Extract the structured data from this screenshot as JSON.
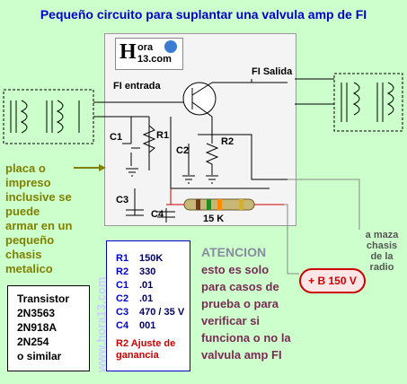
{
  "title": "Pequeño circuito para suplantar una valvula amp de FI",
  "logo": {
    "word1": "ora",
    "word2": "13.com",
    "initial": "H"
  },
  "labels": {
    "fi_entrada": "FI entrada",
    "fi_salida": "FI Salida",
    "c1": "C1",
    "r1": "R1",
    "c2": "C2",
    "r2": "R2",
    "c3": "C3",
    "c4": "C4",
    "resistor_value": "15 K"
  },
  "side_note": [
    "placa o",
    "impreso",
    "inclusive se",
    "puede",
    "armar en un",
    "pequeño",
    "chasis",
    "metalico"
  ],
  "watermark": "www.hora13.com",
  "parts": [
    {
      "ref": "R1",
      "value": "150K"
    },
    {
      "ref": "R2",
      "value": "330"
    },
    {
      "ref": "C1",
      "value": ".01"
    },
    {
      "ref": "C2",
      "value": ".01"
    },
    {
      "ref": "C3",
      "value": "470 / 35 V"
    },
    {
      "ref": "C4",
      "value": "001"
    }
  ],
  "gain_note": "R2 Ajuste de ganancia",
  "transistor": [
    "Transistor",
    "2N3563",
    "2N918A",
    "2N254",
    "o similar"
  ],
  "attention": {
    "title": "ATENCION",
    "body": [
      "esto es solo",
      "para casos de",
      "prueba o para",
      "verificar si",
      "funciona o no la",
      "valvula amp FI"
    ]
  },
  "supply": "+ B 150 V",
  "ground_note": [
    "a maza",
    "chasis",
    "de la",
    "radio"
  ],
  "colors": {
    "title": "#0000cc",
    "bg": "#ccffcc",
    "note": "#808000",
    "supply": "#cc0000"
  }
}
